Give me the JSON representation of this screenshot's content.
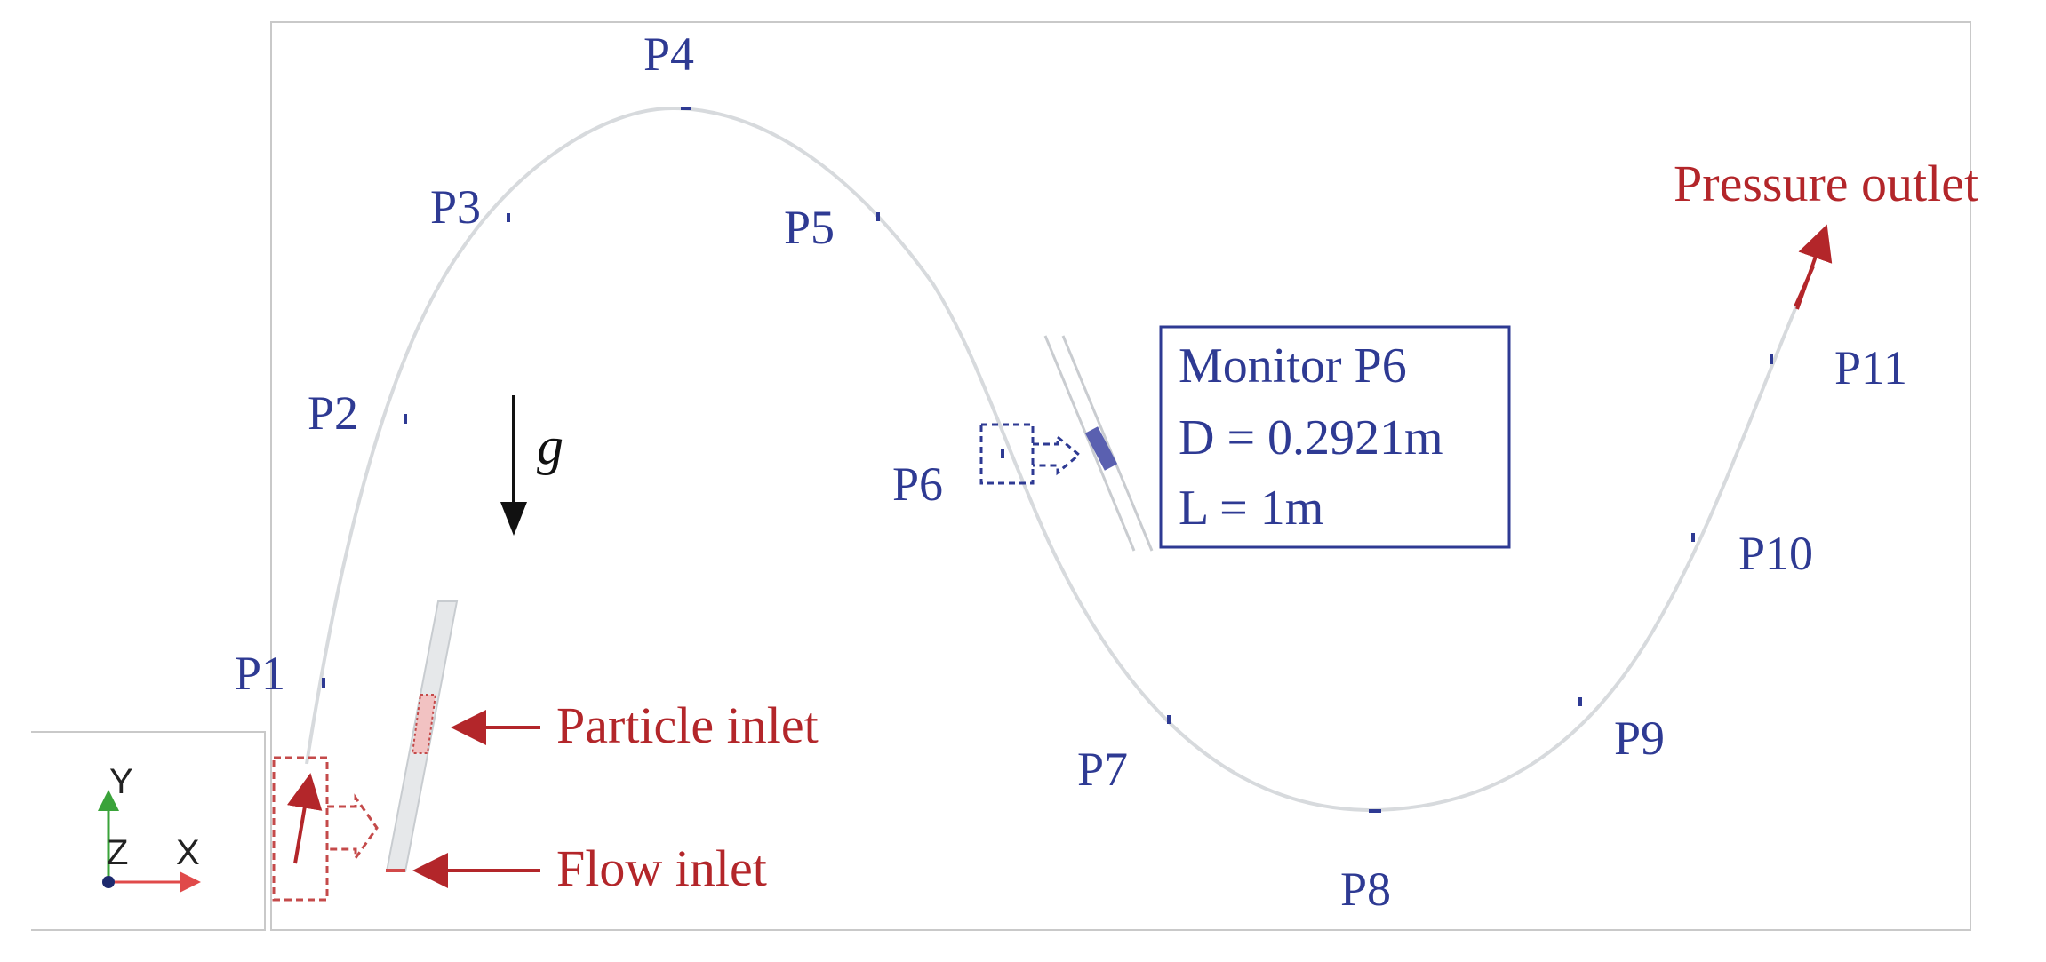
{
  "points": [
    "P1",
    "P2",
    "P3",
    "P4",
    "P5",
    "P6",
    "P7",
    "P8",
    "P9",
    "P10",
    "P11"
  ],
  "gravity_label": "g",
  "monitor": {
    "lines": [
      "Monitor P6",
      "D = 0.2921m",
      "L = 1m"
    ]
  },
  "annotations": {
    "particle_inlet": "Particle inlet",
    "flow_inlet": "Flow inlet",
    "pressure_outlet": "Pressure outlet"
  },
  "axes_triad": {
    "y": "Y",
    "z": "Z",
    "x": "X"
  },
  "colors": {
    "label_blue": "#2e3a93",
    "annotation_red": "#b3262a",
    "pipe_grey": "#cfd3d6"
  }
}
